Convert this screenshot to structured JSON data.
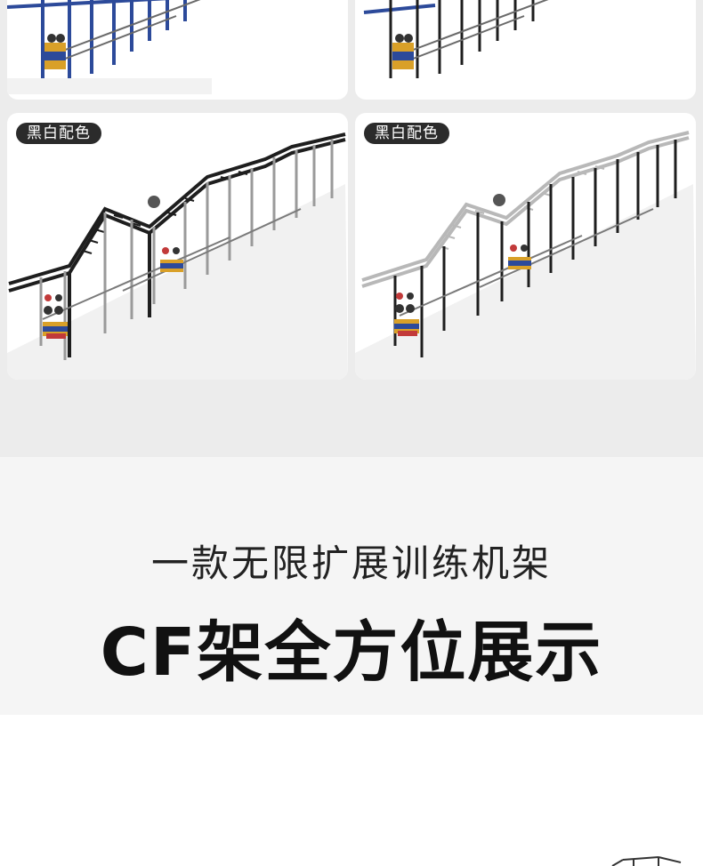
{
  "gallery": {
    "cards": [
      {
        "tag": ""
      },
      {
        "tag": ""
      },
      {
        "tag": "黑白配色"
      },
      {
        "tag": "黑白配色"
      }
    ]
  },
  "banner": {
    "subtitle": "一款无限扩展训练机架",
    "title": "CF架全方位展示"
  },
  "colors": {
    "gallery_bg": "#ececec",
    "banner_bg": "#f5f5f5",
    "frame_blue": "#2c4a9a",
    "frame_black": "#1e1e1e",
    "frame_silver": "#b8b8b8",
    "tag_bg": "#2b2b2b"
  }
}
